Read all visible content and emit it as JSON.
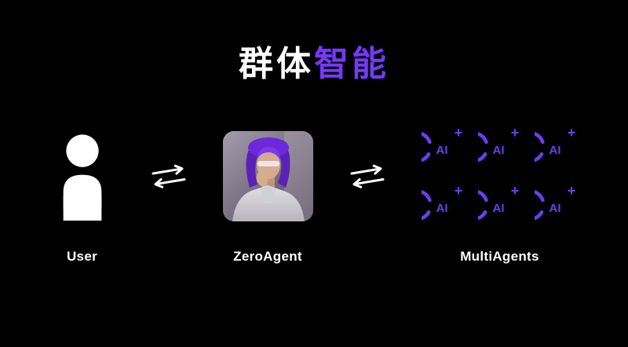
{
  "title": {
    "text_white": "群体",
    "text_accent": "智能"
  },
  "nodes": {
    "user": {
      "label": "User"
    },
    "zero_agent": {
      "label": "ZeroAgent"
    },
    "multi_agents": {
      "label": "MultiAgents",
      "agent_icon_count": 6
    }
  },
  "ai_icon": {
    "text": "AI",
    "badge": "+"
  },
  "colors": {
    "background": "#000000",
    "accent_purple": "#7638fa",
    "icon_purple": "#6c3df0",
    "text_white": "#ffffff"
  }
}
